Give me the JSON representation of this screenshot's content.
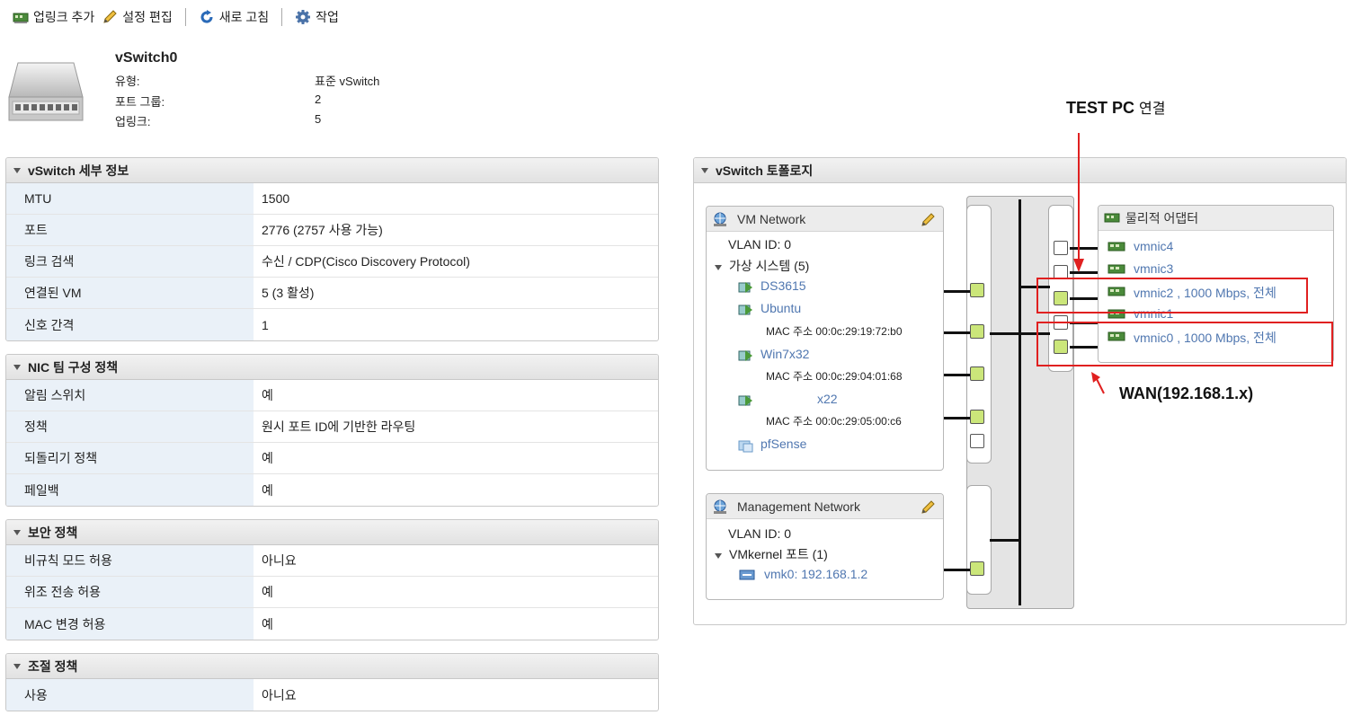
{
  "toolbar": {
    "add_uplink": "업링크 추가",
    "edit_settings": "설정 편집",
    "refresh": "새로 고침",
    "actions": "작업"
  },
  "switch": {
    "name": "vSwitch0",
    "type_label": "유형:",
    "type_value": "표준 vSwitch",
    "portgroups_label": "포트 그룹:",
    "portgroups_value": "2",
    "uplinks_label": "업링크:",
    "uplinks_value": "5"
  },
  "details": {
    "title": "vSwitch 세부 정보",
    "rows": [
      {
        "key": "MTU",
        "value": "1500"
      },
      {
        "key": "포트",
        "value": "2776 (2757 사용 가능)"
      },
      {
        "key": "링크 검색",
        "value": "수신 / CDP(Cisco Discovery Protocol)"
      },
      {
        "key": "연결된 VM",
        "value": "5 (3 활성)"
      },
      {
        "key": "신호 간격",
        "value": "1"
      }
    ]
  },
  "nic": {
    "title": "NIC 팀 구성 정책",
    "rows": [
      {
        "key": "알림 스위치",
        "value": "예"
      },
      {
        "key": "정책",
        "value": "원시 포트 ID에 기반한 라우팅"
      },
      {
        "key": "되돌리기 정책",
        "value": "예"
      },
      {
        "key": "페일백",
        "value": "예"
      }
    ]
  },
  "security": {
    "title": "보안 정책",
    "rows": [
      {
        "key": "비규칙 모드 허용",
        "value": "아니요"
      },
      {
        "key": "위조 전송 허용",
        "value": "예"
      },
      {
        "key": "MAC 변경 허용",
        "value": "예"
      }
    ]
  },
  "shaping": {
    "title": "조절 정책",
    "rows": [
      {
        "key": "사용",
        "value": "아니요"
      }
    ]
  },
  "topology": {
    "title": "vSwitch 토폴로지",
    "vm_network": {
      "name": "VM Network",
      "vlan": "VLAN ID: 0",
      "vms_label": "가상 시스템 (5)",
      "vms": [
        {
          "name": "DS3615",
          "mac": ""
        },
        {
          "name": "Ubuntu",
          "mac": "MAC 주소 00:0c:29:19:72:b0"
        },
        {
          "name": "Win7x32",
          "mac": "MAC 주소 00:0c:29:04:01:68"
        },
        {
          "name": "x22",
          "mac": "MAC 주소 00:0c:29:05:00:c6"
        },
        {
          "name": "pfSense",
          "mac": ""
        }
      ]
    },
    "mgmt_network": {
      "name": "Management Network",
      "vlan": "VLAN ID: 0",
      "vmk_label": "VMkernel 포트 (1)",
      "vmk": "vmk0: 192.168.1.2"
    },
    "physical": {
      "title": "물리적 어댑터",
      "nics": [
        "vmnic4",
        "vmnic3",
        "vmnic2 , 1000 Mbps, 전체",
        "vmnic1",
        "vmnic0 , 1000 Mbps, 전체"
      ]
    }
  },
  "annotations": {
    "test_pc_bold": "TEST PC",
    "test_pc_rest": "연결",
    "wan": "WAN(192.168.1.x)"
  },
  "colors": {
    "accent_red": "#e02020",
    "link_blue": "#5077b0",
    "port_green": "#cbe67a",
    "key_bg": "#eaf1f8"
  }
}
